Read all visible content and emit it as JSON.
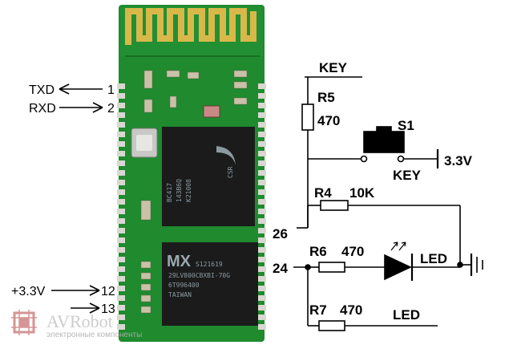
{
  "module": {
    "pins": [
      {
        "signal": "TXD",
        "number": "1"
      },
      {
        "signal": "RXD",
        "number": "2"
      },
      {
        "signal": "+3.3V",
        "number": "12"
      },
      {
        "signal": "",
        "number": "13"
      }
    ],
    "chip_main": {
      "lines": [
        "BC417",
        "143B6Q",
        "K21008"
      ],
      "brand": "CSR"
    },
    "chip_flash": {
      "logo": "MX",
      "lines": [
        "S121619",
        "29LV800CBXBI-70G",
        "6T996400",
        "TAIWAN"
      ]
    },
    "colors": {
      "pcb": "#1f8a2e",
      "antenna": "#d9b84a",
      "chip": "#1b1b1b"
    }
  },
  "schematic": {
    "key_top": "KEY",
    "r5": {
      "name": "R5",
      "value": "470"
    },
    "s1": "S1",
    "key_switch": "KEY",
    "supply": "3.3V",
    "r4": {
      "name": "R4",
      "value": "10K"
    },
    "pin26": "26",
    "pin24": "24",
    "r6": {
      "name": "R6",
      "value": "470"
    },
    "led1": "LED",
    "r7": {
      "name": "R7",
      "value": "470"
    },
    "led2": "LED"
  },
  "watermark": {
    "brand": "AVRobot",
    "tagline": "электронные компоненты"
  }
}
